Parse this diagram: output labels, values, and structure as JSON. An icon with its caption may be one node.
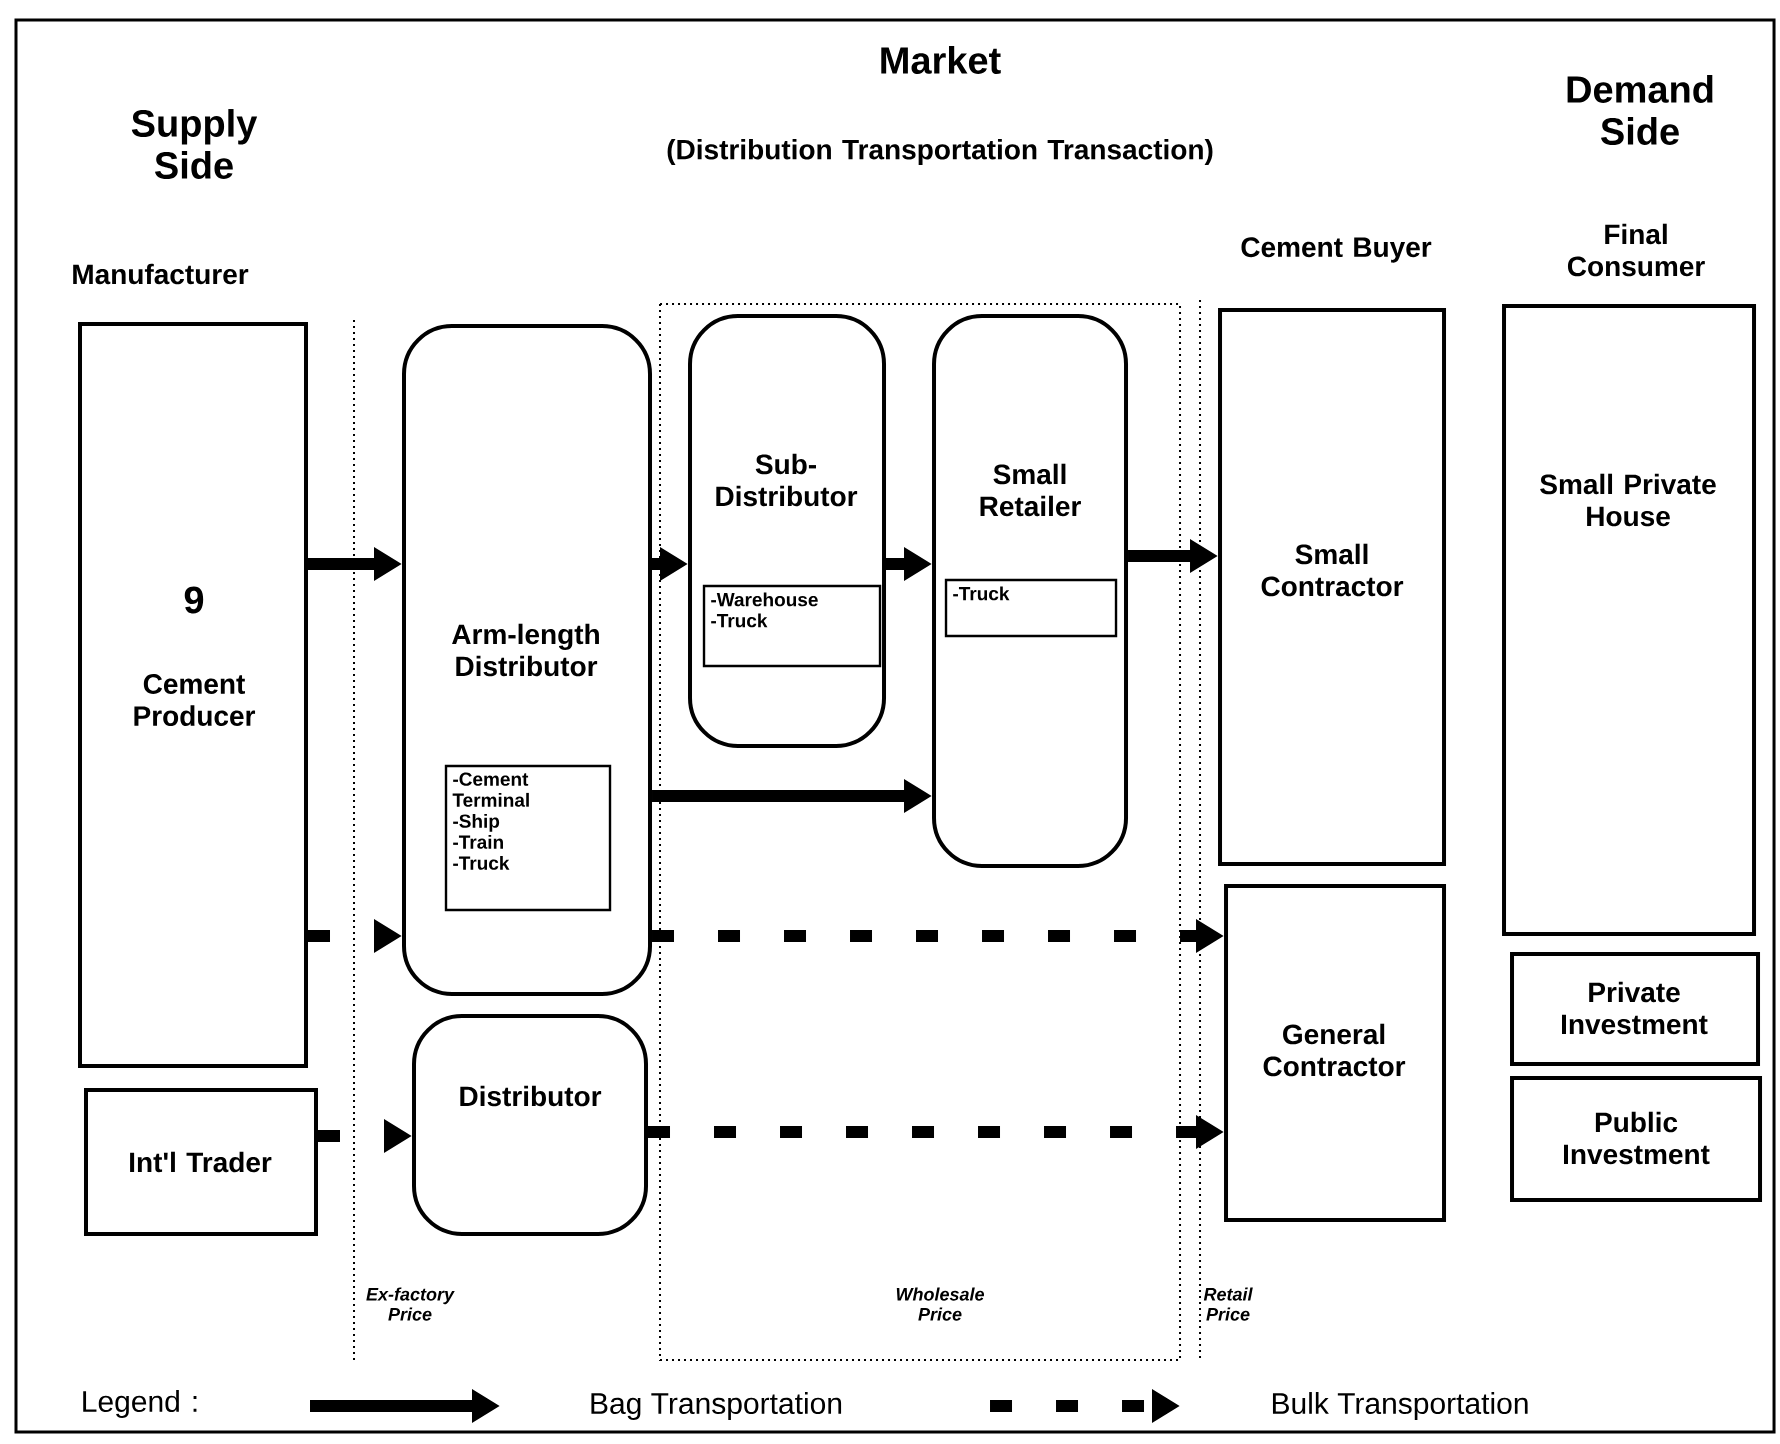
{
  "diagram": {
    "nodes": [
      {
        "text": [
          "9",
          "Cement Producer"
        ]
      },
      {
        "text": [
          "Int'l Trader"
        ]
      },
      {
        "text": [
          "Arm-length Distributor"
        ]
      },
      {
        "text": [
          "-Cement Terminal",
          "-Ship",
          "-Train",
          "-Truck"
        ],
        "in": 2
      },
      {
        "text": [
          "Distributor"
        ]
      },
      {
        "text": [
          "Sub-Distributor"
        ]
      },
      {
        "text": [
          "-Warehouse",
          "-Truck"
        ],
        "in": 5
      },
      {
        "text": [
          "Small Retailer"
        ]
      },
      {
        "text": [
          "-Truck"
        ],
        "in": 7
      },
      {
        "text": [
          "Small Contractor"
        ]
      },
      {
        "text": [
          "General Contractor"
        ]
      },
      {
        "text": [
          "Small Private House"
        ]
      },
      {
        "text": [
          "Private Investment"
        ]
      },
      {
        "text": [
          "Public Investment"
        ]
      }
    ],
    "edges": [
      {
        "from": 0,
        "to": 2,
        "arrow": "to"
      },
      {
        "from": 2,
        "to": 5,
        "arrow": "to"
      },
      {
        "from": 5,
        "to": 7,
        "arrow": "to"
      },
      {
        "from": 7,
        "to": 9,
        "arrow": "to"
      },
      {
        "from": 2,
        "to": 7,
        "arrow": "to"
      },
      {
        "from": 0,
        "to": 2,
        "arrow": "to",
        "style": "dashed"
      },
      {
        "from": 2,
        "to": 10,
        "arrow": "to",
        "style": "dashed"
      },
      {
        "from": 1,
        "to": 4,
        "arrow": "to",
        "style": "dashed"
      },
      {
        "from": 4,
        "to": 10,
        "arrow": "to",
        "style": "dashed"
      }
    ],
    "labels": [
      "Supply Side",
      "Market",
      "(Distribution Transportation Transaction)",
      "Demand Side",
      "Manufacturer",
      "Cement Buyer",
      "Final Consumer",
      "Ex-factory Price",
      "Wholesale Price",
      "Retail Price",
      "Legend :"
    ],
    "legend": [
      {
        "text": "Bag Transportation"
      },
      {
        "text": "Bulk Transportation"
      }
    ]
  }
}
